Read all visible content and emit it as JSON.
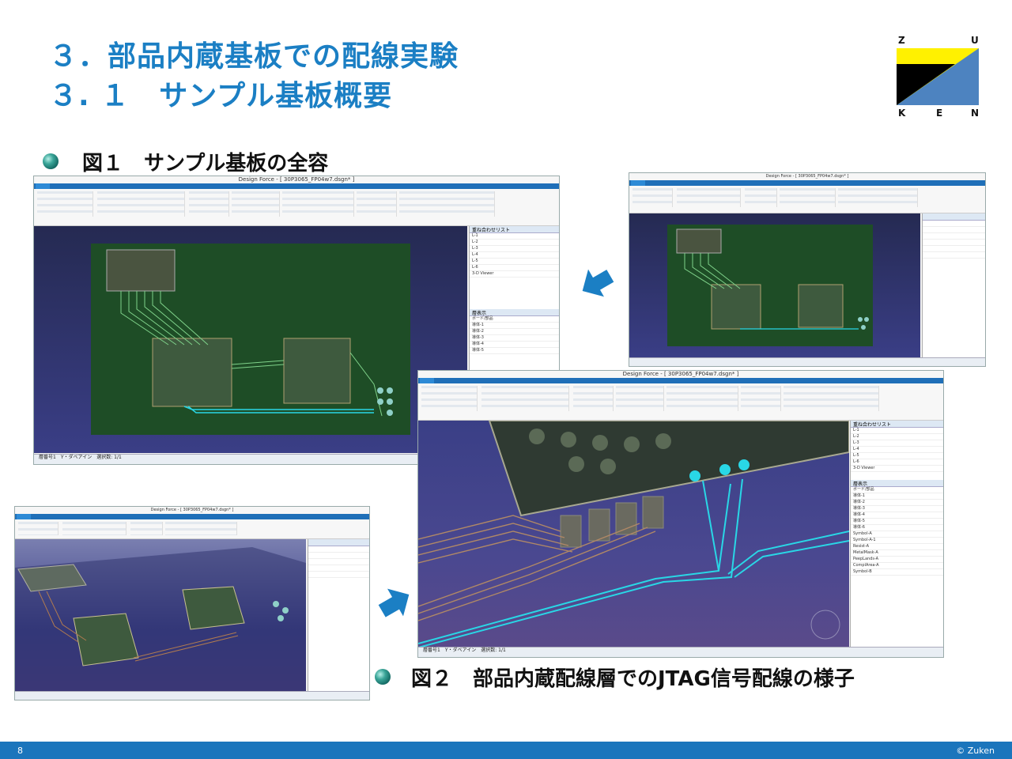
{
  "slide": {
    "title_line1": "３．部品内蔵基板での配線実験",
    "title_line2": "３. １　サンプル基板概要",
    "page_number": "8",
    "copyright": "© Zuken"
  },
  "logo": {
    "letters": [
      "Z",
      "U",
      "K",
      "E",
      "N"
    ]
  },
  "figure1": {
    "caption": "図１　サンプル基板の全容"
  },
  "figure2": {
    "caption": "図２　部品内蔵配線層でのJTAG信号配線の様子"
  },
  "app": {
    "window_title": "Design Force - [ 30P3065_FP04w7.dsgn* ]",
    "status_layer": "層番号1",
    "status_mode": "Y・ダベアイン",
    "status_sel": "選択数: 1/1",
    "panel_header": "重ね合わせリスト",
    "panel_items": [
      "L-1",
      "L-2",
      "L-3",
      "L-4",
      "L-5",
      "L-6",
      "3-D Viewer"
    ],
    "layers_header": "層表示",
    "layers": [
      "ボード/部品",
      "導体-1",
      "導体-2",
      "導体-3",
      "導体-4",
      "導体-5",
      "導体-6",
      "Symbol-A",
      "Symbol-A-1",
      "Resist-A",
      "MetalMask-A",
      "PeepLands-A",
      "ComplArea-A",
      "Symbol-B"
    ],
    "colors": {
      "board": "#1e4d26",
      "bg3d": "#383c7a",
      "jtag": "#29d7e6",
      "accent": "#1b7fc4"
    }
  }
}
